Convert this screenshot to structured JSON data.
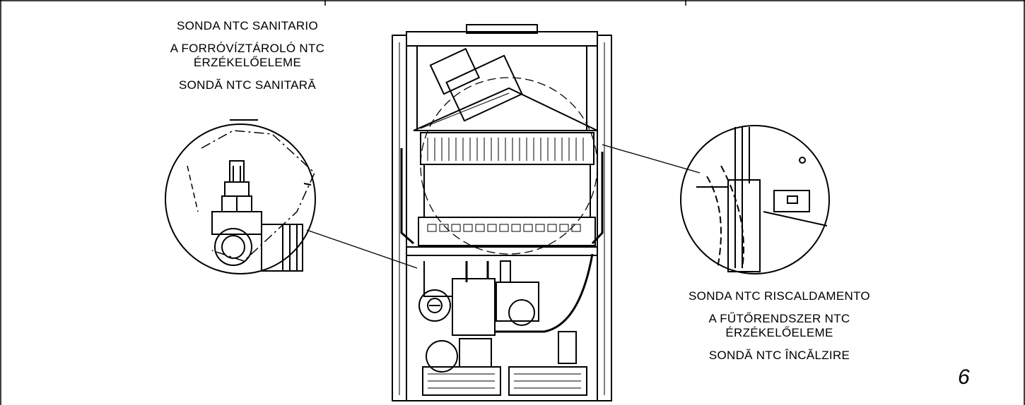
{
  "labels": {
    "sanitary": {
      "line1": "SONDA NTC SANITARIO",
      "line2": "A FORRÓVÍZTÁROLÓ NTC",
      "line3": "ÉRZÉKELŐELEME",
      "line4": "SONDĂ NTC SANITARĂ"
    },
    "heating": {
      "line1": "SONDA NTC RISCALDAMENTO",
      "line2": "A FŰTŐRENDSZER NTC",
      "line3": "ÉRZÉKELŐELEME",
      "line4": "SONDĂ NTC ÎNCĂLZIRE"
    }
  },
  "figure_number": "6"
}
